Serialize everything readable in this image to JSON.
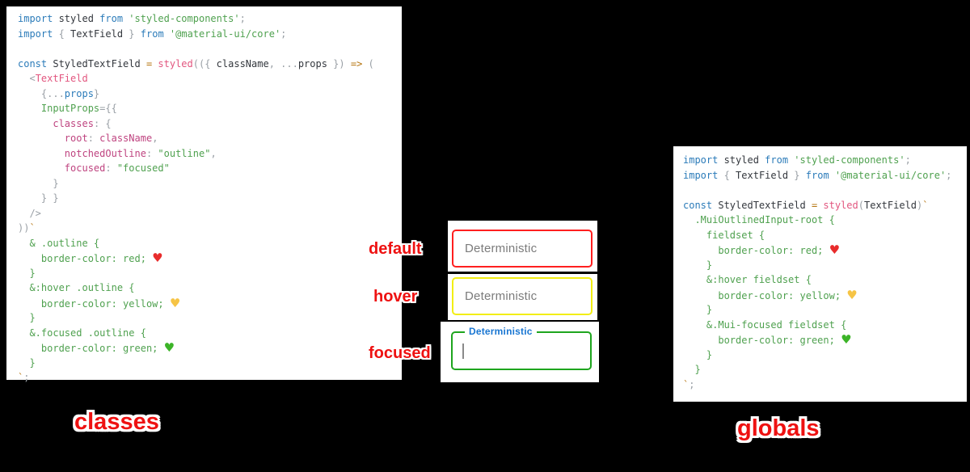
{
  "background": "#000000",
  "annotations": {
    "default_label": "default",
    "hover_label": "hover",
    "focused_label": "focused",
    "classes_label": "classes",
    "globals_label": "globals",
    "label_color": "#ee1111"
  },
  "textfields": {
    "default": {
      "label": "Deterministic",
      "border_color": "#ff1f1f",
      "state": "default"
    },
    "hover": {
      "label": "Deterministic",
      "border_color": "#f2ee13",
      "state": "hover"
    },
    "focused": {
      "label": "Deterministic",
      "border_color": "#1ea51e",
      "label_color": "#1976d2",
      "state": "focused"
    }
  },
  "syntax_colors": {
    "keyword": "#2b7bb9",
    "string": "#4fa14f",
    "function": "#e2567f",
    "property": "#bf4480",
    "punctuation": "#9aa0a6",
    "operator": "#b5740f",
    "identifier": "#33373d",
    "css": "#4fa14f",
    "heart_red": "#e82c2c",
    "heart_yellow": "#f6c445",
    "heart_green": "#3cb428"
  },
  "code_blocks": {
    "classes": {
      "lines": [
        [
          [
            "kw",
            "import"
          ],
          [
            "id",
            " styled "
          ],
          [
            "kw",
            "from"
          ],
          [
            "str",
            " 'styled-components'"
          ],
          [
            "punc",
            ";"
          ]
        ],
        [
          [
            "kw",
            "import"
          ],
          [
            "punc",
            " { "
          ],
          [
            "id",
            "TextField"
          ],
          [
            "punc",
            " } "
          ],
          [
            "kw",
            "from"
          ],
          [
            "str",
            " '@material-ui/core'"
          ],
          [
            "punc",
            ";"
          ]
        ],
        [],
        [
          [
            "kw",
            "const"
          ],
          [
            "id",
            " StyledTextField "
          ],
          [
            "op",
            "="
          ],
          [
            "fn",
            " styled"
          ],
          [
            "punc",
            "(({ "
          ],
          [
            "id",
            "className"
          ],
          [
            "punc",
            ", ..."
          ],
          [
            "id",
            "props"
          ],
          [
            "punc",
            " }) "
          ],
          [
            "op",
            "=>"
          ],
          [
            "punc",
            " ("
          ]
        ],
        [
          [
            "punc",
            "  <"
          ],
          [
            "fn",
            "TextField"
          ]
        ],
        [
          [
            "punc",
            "    {..."
          ],
          [
            "blue",
            "props"
          ],
          [
            "punc",
            "}"
          ]
        ],
        [
          [
            "punc",
            "    "
          ],
          [
            "green",
            "InputProps"
          ],
          [
            "punc",
            "={{"
          ]
        ],
        [
          [
            "punc",
            "      "
          ],
          [
            "prop",
            "classes"
          ],
          [
            "punc",
            ": {"
          ]
        ],
        [
          [
            "punc",
            "        "
          ],
          [
            "prop",
            "root"
          ],
          [
            "punc",
            ": "
          ],
          [
            "prop",
            "className"
          ],
          [
            "punc",
            ","
          ]
        ],
        [
          [
            "punc",
            "        "
          ],
          [
            "prop",
            "notchedOutline"
          ],
          [
            "punc",
            ": "
          ],
          [
            "str",
            "\"outline\""
          ],
          [
            "punc",
            ","
          ]
        ],
        [
          [
            "punc",
            "        "
          ],
          [
            "prop",
            "focused"
          ],
          [
            "punc",
            ": "
          ],
          [
            "str",
            "\"focused\""
          ]
        ],
        [
          [
            "punc",
            "      }"
          ]
        ],
        [
          [
            "punc",
            "    } }"
          ]
        ],
        [
          [
            "punc",
            "  />"
          ]
        ],
        [
          [
            "punc",
            "))"
          ],
          [
            "op",
            "`"
          ]
        ],
        [
          [
            "green",
            "  & .outline {"
          ]
        ],
        [
          [
            "green",
            "    border-color: red; "
          ],
          [
            "hr",
            "♥"
          ]
        ],
        [
          [
            "green",
            "  }"
          ]
        ],
        [
          [
            "green",
            "  &:hover .outline {"
          ]
        ],
        [
          [
            "green",
            "    border-color: yellow; "
          ],
          [
            "hy",
            "♥"
          ]
        ],
        [
          [
            "green",
            "  }"
          ]
        ],
        [
          [
            "green",
            "  &.focused .outline {"
          ]
        ],
        [
          [
            "green",
            "    border-color: green; "
          ],
          [
            "hg",
            "♥"
          ]
        ],
        [
          [
            "green",
            "  }"
          ]
        ],
        [
          [
            "op",
            "`"
          ],
          [
            "punc",
            ";"
          ]
        ]
      ]
    },
    "globals": {
      "lines": [
        [
          [
            "kw",
            "import"
          ],
          [
            "id",
            " styled "
          ],
          [
            "kw",
            "from"
          ],
          [
            "str",
            " 'styled-components'"
          ],
          [
            "punc",
            ";"
          ]
        ],
        [
          [
            "kw",
            "import"
          ],
          [
            "punc",
            " { "
          ],
          [
            "id",
            "TextField"
          ],
          [
            "punc",
            " } "
          ],
          [
            "kw",
            "from"
          ],
          [
            "str",
            " '@material-ui/core'"
          ],
          [
            "punc",
            ";"
          ]
        ],
        [],
        [
          [
            "kw",
            "const"
          ],
          [
            "id",
            " StyledTextField "
          ],
          [
            "op",
            "="
          ],
          [
            "fn",
            " styled"
          ],
          [
            "punc",
            "("
          ],
          [
            "id",
            "TextField"
          ],
          [
            "punc",
            ")"
          ],
          [
            "op",
            "`"
          ]
        ],
        [
          [
            "green",
            "  .MuiOutlinedInput-root {"
          ]
        ],
        [
          [
            "green",
            "    fieldset {"
          ]
        ],
        [
          [
            "green",
            "      border-color: red; "
          ],
          [
            "hr",
            "♥"
          ]
        ],
        [
          [
            "green",
            "    }"
          ]
        ],
        [
          [
            "green",
            "    &:hover fieldset {"
          ]
        ],
        [
          [
            "green",
            "      border-color: yellow; "
          ],
          [
            "hy",
            "♥"
          ]
        ],
        [
          [
            "green",
            "    }"
          ]
        ],
        [
          [
            "green",
            "    &.Mui-focused fieldset {"
          ]
        ],
        [
          [
            "green",
            "      border-color: green; "
          ],
          [
            "hg",
            "♥"
          ]
        ],
        [
          [
            "green",
            "    }"
          ]
        ],
        [
          [
            "green",
            "  }"
          ]
        ],
        [
          [
            "op",
            "`"
          ],
          [
            "punc",
            ";"
          ]
        ]
      ]
    }
  }
}
